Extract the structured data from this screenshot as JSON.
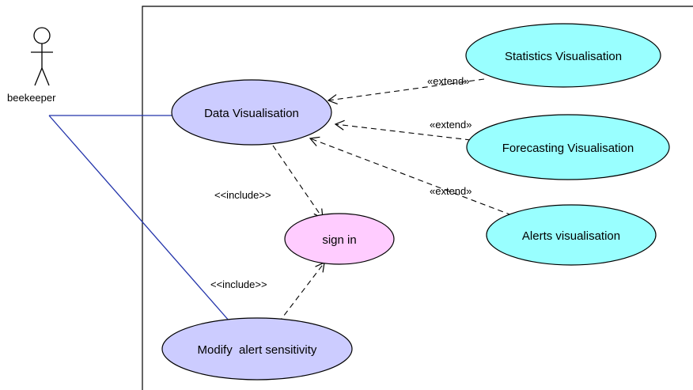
{
  "actor": {
    "name": "beekeeper"
  },
  "use_cases": {
    "data_visualisation": "Data Visualisation",
    "statistics_visualisation": "Statistics Visualisation",
    "forecasting_visualisation": "Forecasting Visualisation",
    "alerts_visualisation": "Alerts visualisation",
    "sign_in": "sign in",
    "modify_alert_sensitivity": "Modify  alert sensitivity"
  },
  "relations": {
    "include_1": "<<include>>",
    "include_2": "<<include>>",
    "extend_statistics": "«extend»",
    "extend_forecasting": "«extend»",
    "extend_alerts": "«extend»"
  },
  "colors": {
    "primary_use_case": "#ccccff",
    "extension_use_case": "#99ffff",
    "sign_in": "#ffccff",
    "association_line": "#2233aa"
  }
}
